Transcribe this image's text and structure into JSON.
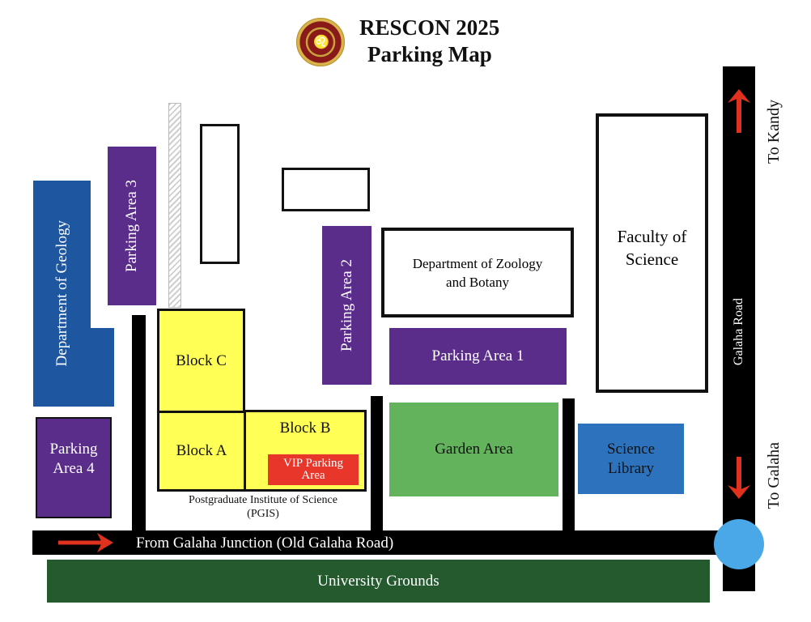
{
  "header": {
    "title_line1": "RESCON 2025",
    "title_line2": "Parking Map",
    "logo_icon": "university-emblem-lion"
  },
  "areas": {
    "department_of_geology": "Department of Geology",
    "parking_area_3": "Parking Area 3",
    "parking_area_4_line1": "Parking",
    "parking_area_4_line2": "Area 4",
    "parking_area_2": "Parking Area 2",
    "parking_area_1": "Parking Area 1",
    "zoology_botany_line1": "Department of Zoology",
    "zoology_botany_line2": "and Botany",
    "faculty_of_science_line1": "Faculty of",
    "faculty_of_science_line2": "Science",
    "block_c": "Block C",
    "block_a": "Block A",
    "block_b": "Block B",
    "vip_parking_line1": "VIP Parking",
    "vip_parking_line2": "Area",
    "pgis_line1": "Postgraduate Institute of Science",
    "pgis_line2": "(PGIS)",
    "garden_area": "Garden Area",
    "science_library_line1": "Science",
    "science_library_line2": "Library",
    "university_grounds": "University Grounds"
  },
  "roads": {
    "old_galaha_road": "From Galaha Junction (Old Galaha Road)",
    "galaha_road": "Galaha Road",
    "to_kandy": "To Kandy",
    "to_galaha": "To Galaha"
  },
  "colors": {
    "parking": "#5b2d8b",
    "building_blue": "#1f56a0",
    "library_blue": "#2c72bd",
    "pgis_yellow": "#ffff55",
    "vip_red": "#e8372a",
    "garden_green": "#62b35b",
    "grounds_green": "#245a2e",
    "road": "#000000",
    "arrow": "#e0301e",
    "roundabout": "#4aa8e8"
  }
}
